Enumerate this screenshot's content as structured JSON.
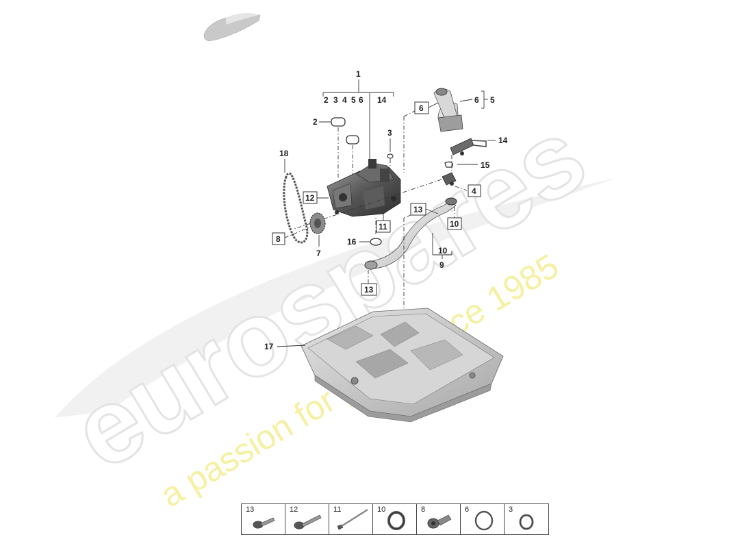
{
  "watermark": {
    "brand": "eurospares",
    "tagline": "a passion for parts since 1985"
  },
  "callouts": {
    "c1": "1",
    "group1": [
      "2",
      "3",
      "4",
      "5",
      "6",
      "14"
    ],
    "c2": "2",
    "c3": "3",
    "c4": "4",
    "c5": "5",
    "c6a": "6",
    "c6b": "6",
    "c7": "7",
    "c8": "8",
    "c9": "9",
    "c10a": "10",
    "c10b": "10",
    "c11": "11",
    "c12": "12",
    "c13a": "13",
    "c13b": "13",
    "c14": "14",
    "c15": "15",
    "c16": "16",
    "c17": "17",
    "c18": "18"
  },
  "hardware_table": [
    {
      "number": "13",
      "icon": "bolt-flange-short-icon"
    },
    {
      "number": "12",
      "icon": "bolt-flange-long-icon"
    },
    {
      "number": "11",
      "icon": "bolt-long-thin-icon"
    },
    {
      "number": "10",
      "icon": "seal-ring-icon"
    },
    {
      "number": "8",
      "icon": "bolt-collar-icon"
    },
    {
      "number": "6",
      "icon": "o-ring-icon"
    },
    {
      "number": "3",
      "icon": "seal-ring-small-icon"
    }
  ]
}
